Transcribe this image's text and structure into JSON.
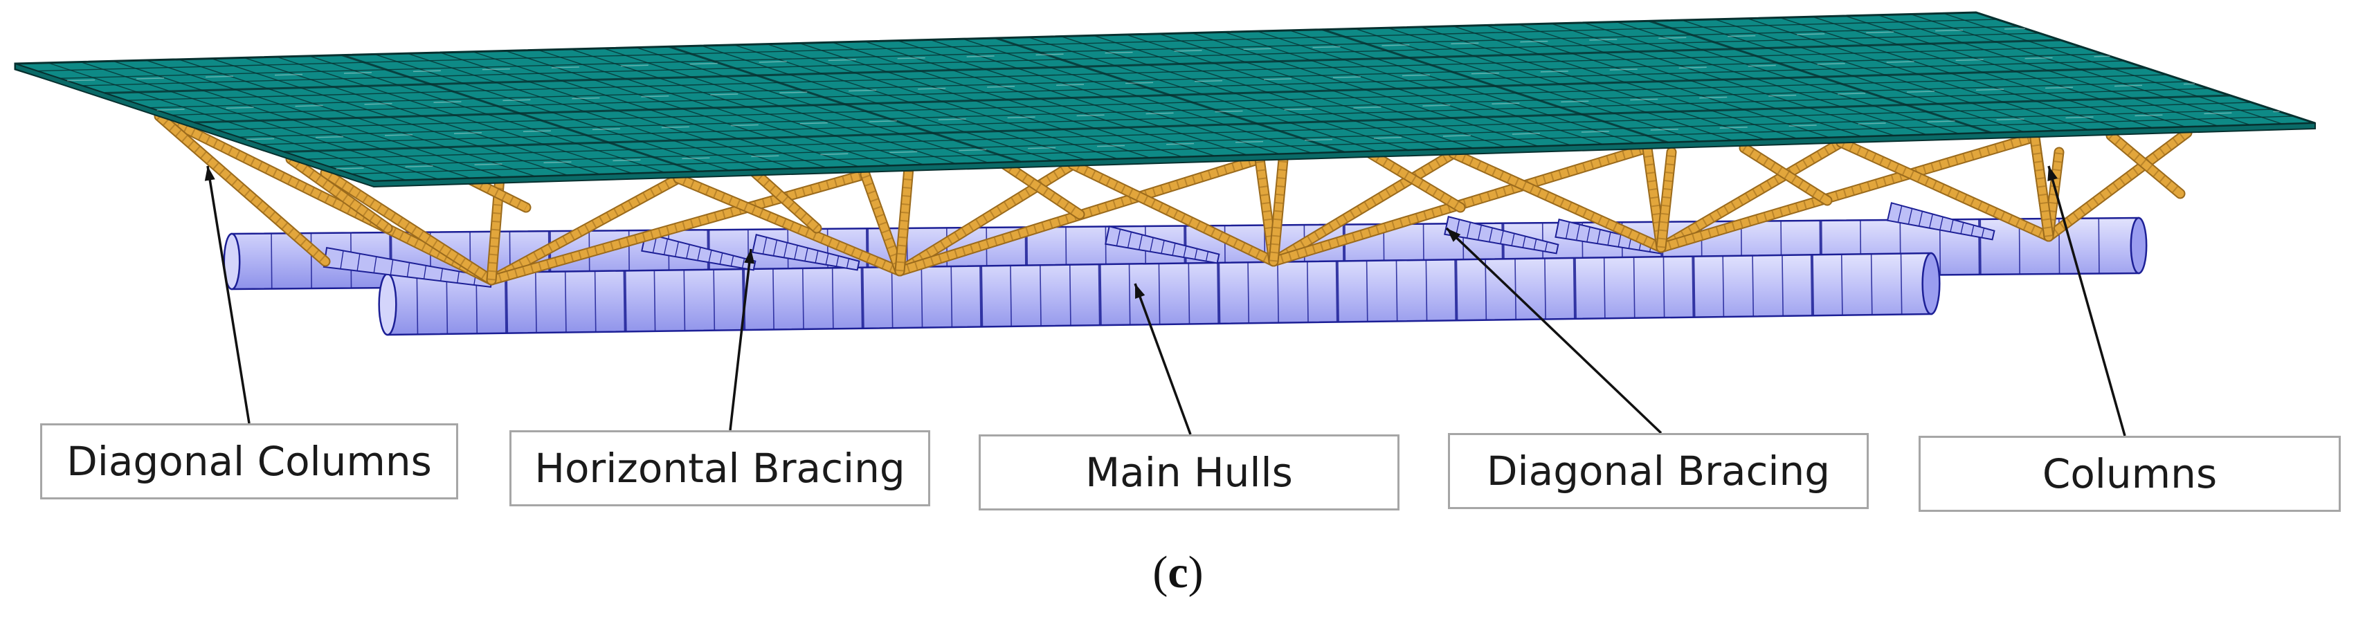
{
  "figure": {
    "caption_open": "(",
    "caption_letter": "c",
    "caption_close": ")"
  },
  "labels": [
    {
      "id": "diagonal-columns",
      "text": "Diagonal Columns"
    },
    {
      "id": "horizontal-bracing",
      "text": "Horizontal Bracing"
    },
    {
      "id": "main-hulls",
      "text": "Main Hulls"
    },
    {
      "id": "diagonal-bracing",
      "text": "Diagonal Bracing"
    },
    {
      "id": "columns",
      "text": "Columns"
    }
  ],
  "colors": {
    "deck": "#0e8a86",
    "deck_grid": "#07302f",
    "deck_highlight": "#c9e7e4",
    "truss": "#e2a63c",
    "truss_dark": "#9a6a1c",
    "hull": "#bdbff7",
    "hull_shade": "#9a9df0",
    "hull_edge": "#1c1f96",
    "leader": "#111111",
    "box_border": "#a6a6a6"
  }
}
